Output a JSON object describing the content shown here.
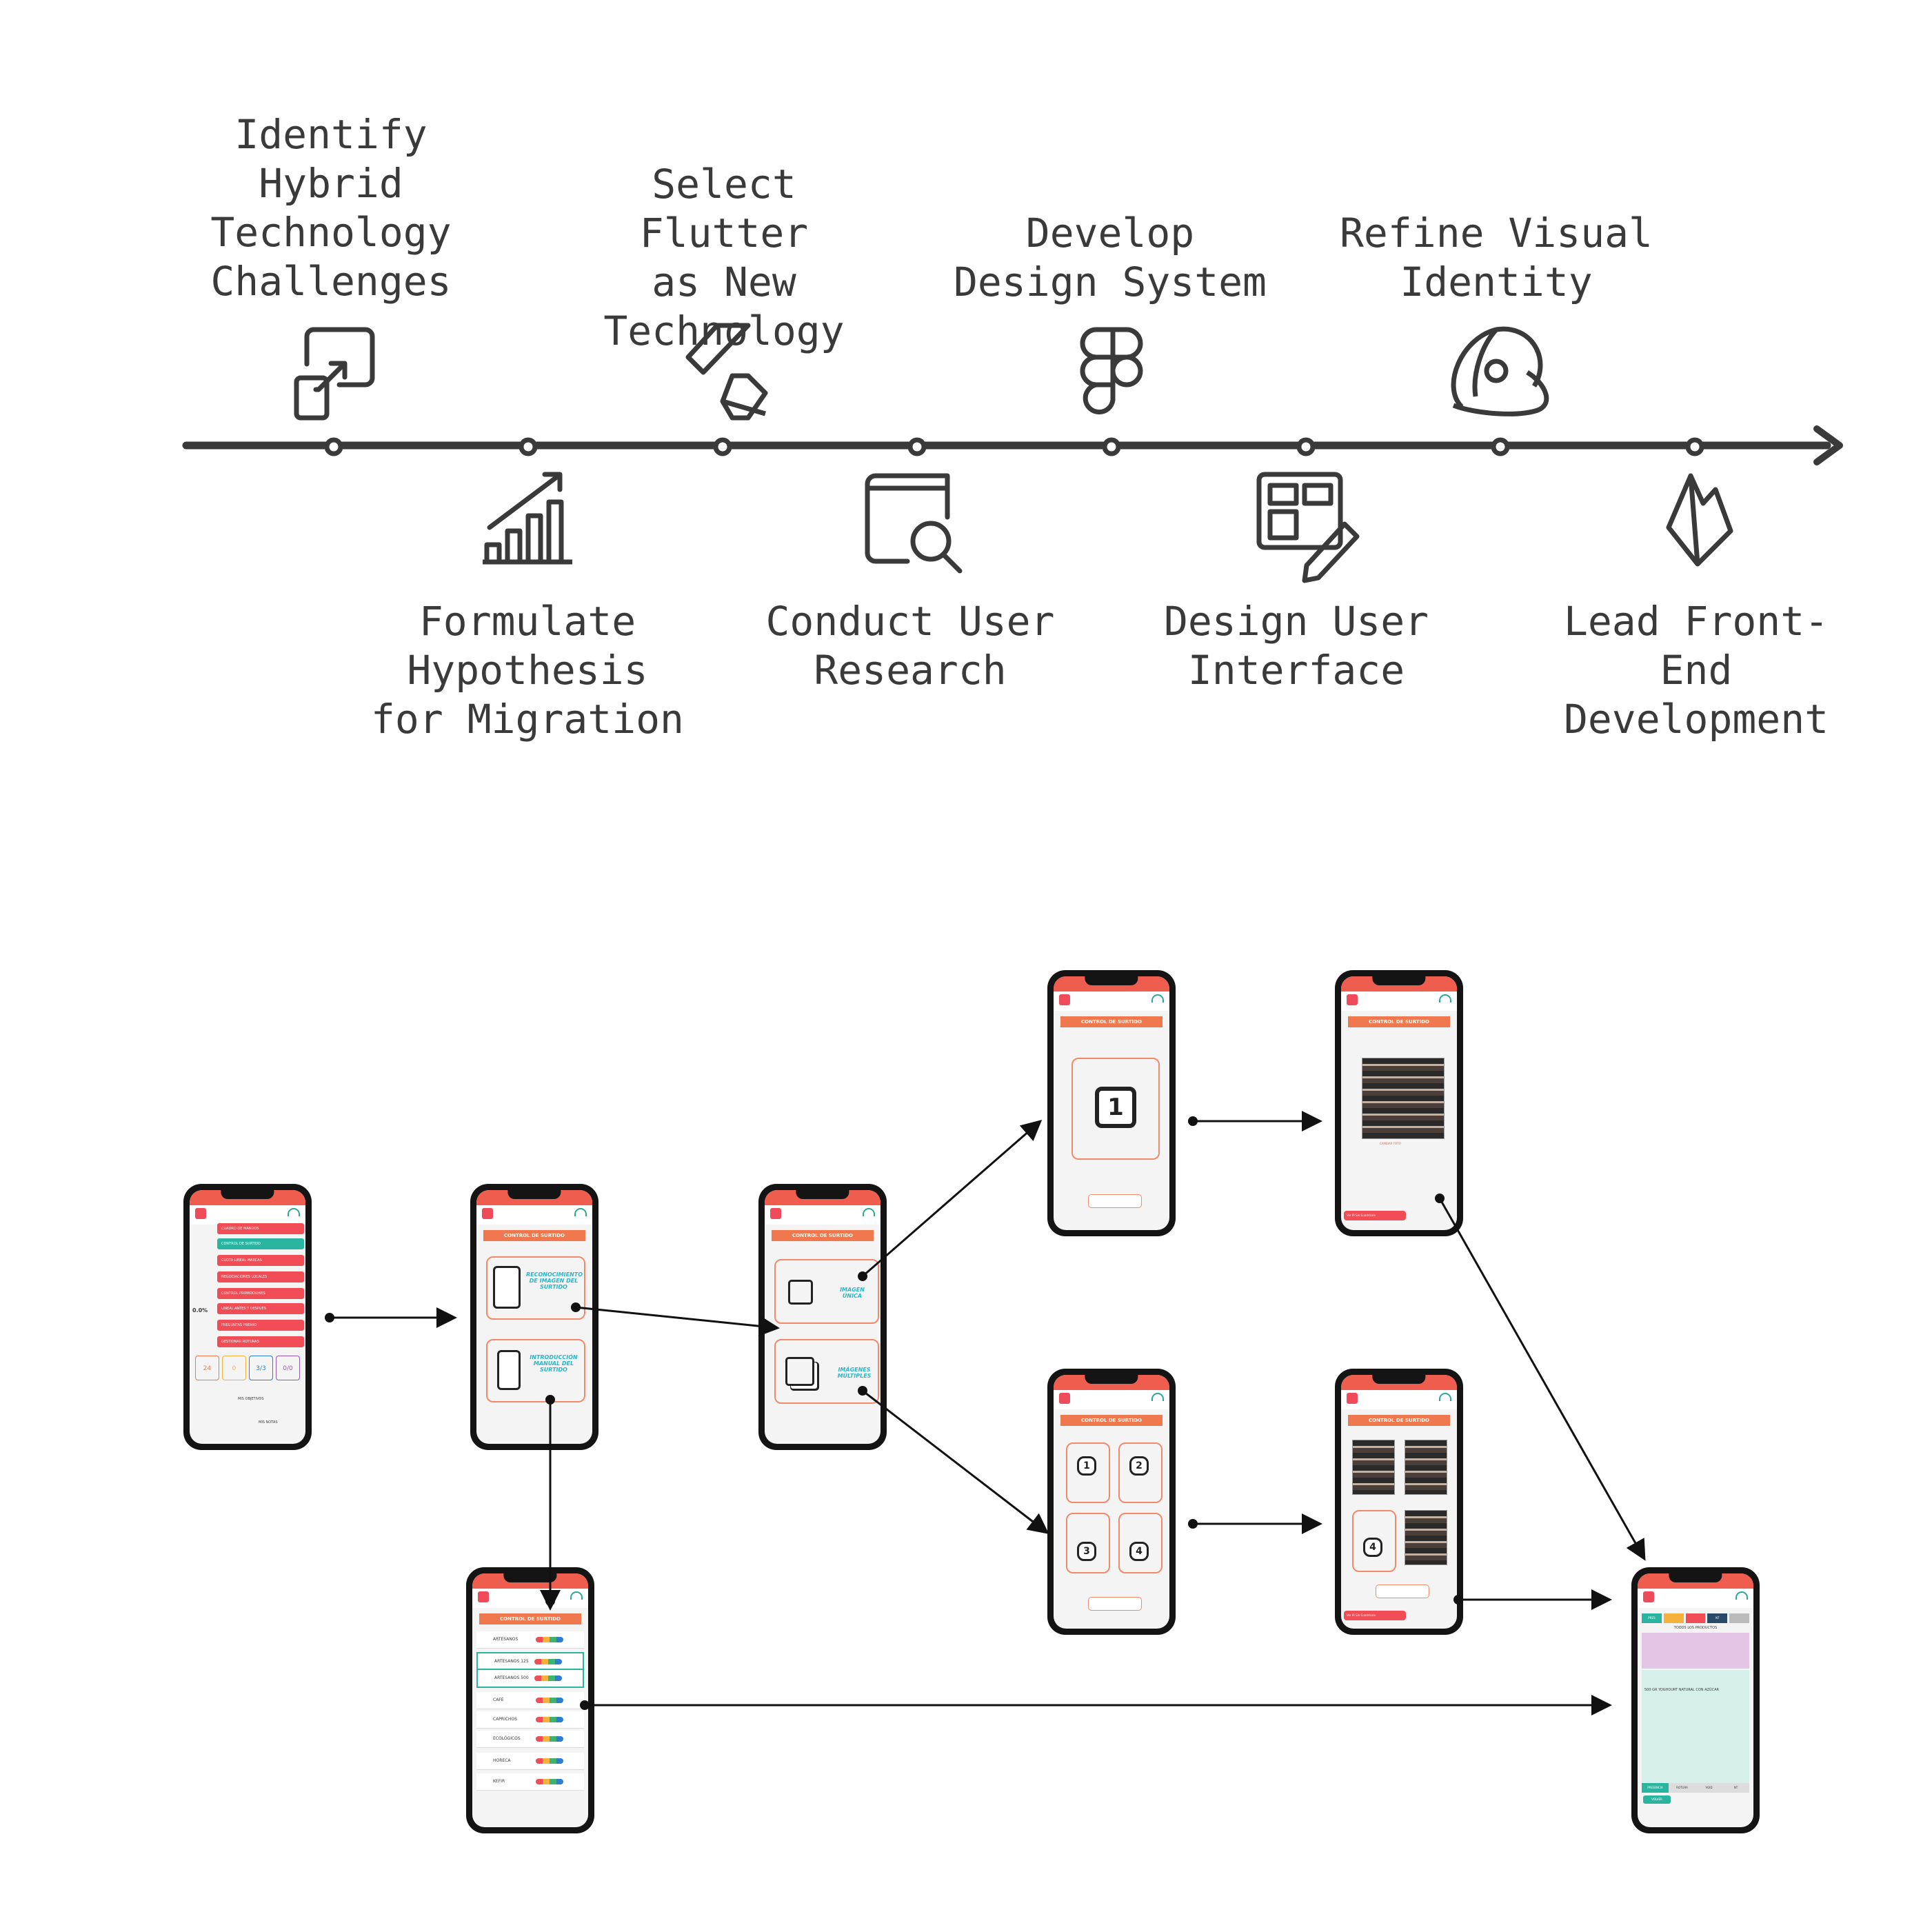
{
  "timeline": {
    "steps_above": [
      {
        "label": "Identify\nHybrid\nTechnology\nChallenges",
        "icon": "expand-window-icon"
      },
      {
        "label": "Select Flutter\nas New\nTechnology",
        "icon": "flutter-logo-icon"
      },
      {
        "label": "Develop\nDesign System",
        "icon": "figma-logo-icon"
      },
      {
        "label": "Refine Visual\nIdentity",
        "icon": "react-native-logo-icon"
      }
    ],
    "steps_below": [
      {
        "label": "Formulate\nHypothesis\nfor Migration",
        "icon": "rising-chart-icon"
      },
      {
        "label": "Conduct User\nResearch",
        "icon": "book-search-icon"
      },
      {
        "label": "Design User\nInterface",
        "icon": "layout-pencil-icon"
      },
      {
        "label": "Lead Front-\nEnd\nDevelopment",
        "icon": "firebase-logo-icon"
      }
    ]
  },
  "flow": {
    "screen_title": "CONTROL DE SURTIDO",
    "menu_items": [
      "CUADRO DE MANDOS",
      "CONTROL DE SURTIDO",
      "CUOTA LINEAL MARCAS",
      "NEGOCIACIONES LOCALES",
      "CONTROL PROMOCIONES",
      "LINEAL ANTES Y DESPUÉS",
      "PREGUNTAS PREMIO",
      "GESTIONAR ROTURAS"
    ],
    "home_stats": [
      "24",
      "0",
      "3/3",
      "0/0"
    ],
    "home_percent": "0.0%",
    "home_footer": [
      "MIS OBJETIVOS",
      "MIS NOTAS"
    ],
    "option_recognition": "RECONOCIMIENTO DE IMAGEN DEL SURTIDO",
    "option_manual": "INTRODUCCIÓN MANUAL DEL SURTIDO",
    "option_single": "IMAGEN ÚNICA",
    "option_multiple": "IMÁGENES MÚLTIPLES",
    "single_number": "1",
    "multi_numbers": [
      "1",
      "2",
      "3",
      "4"
    ],
    "category_rows": [
      "ARTESANOS",
      "ARTESANOS 125",
      "ARTESANOS 500",
      "CAFÉ",
      "CAPRICHOS",
      "ECOLÓGICOS",
      "HORECA",
      "KEFIR"
    ],
    "detail_tabs": [
      "PRES",
      "",
      "",
      "NT",
      ""
    ],
    "detail_header": "TODOS LOS PRODUCTOS",
    "detail_product": "500 GR YOGHOURT NATURAL CON AZÚCAR",
    "detail_buttons": [
      "PRESENCIA",
      "ROTURA",
      "VOID",
      "NT"
    ],
    "back_label": "VOLVER",
    "photo_button": "CAMBIAR FOTO",
    "process_button": "Ver IR Sin Cuadrícula"
  }
}
